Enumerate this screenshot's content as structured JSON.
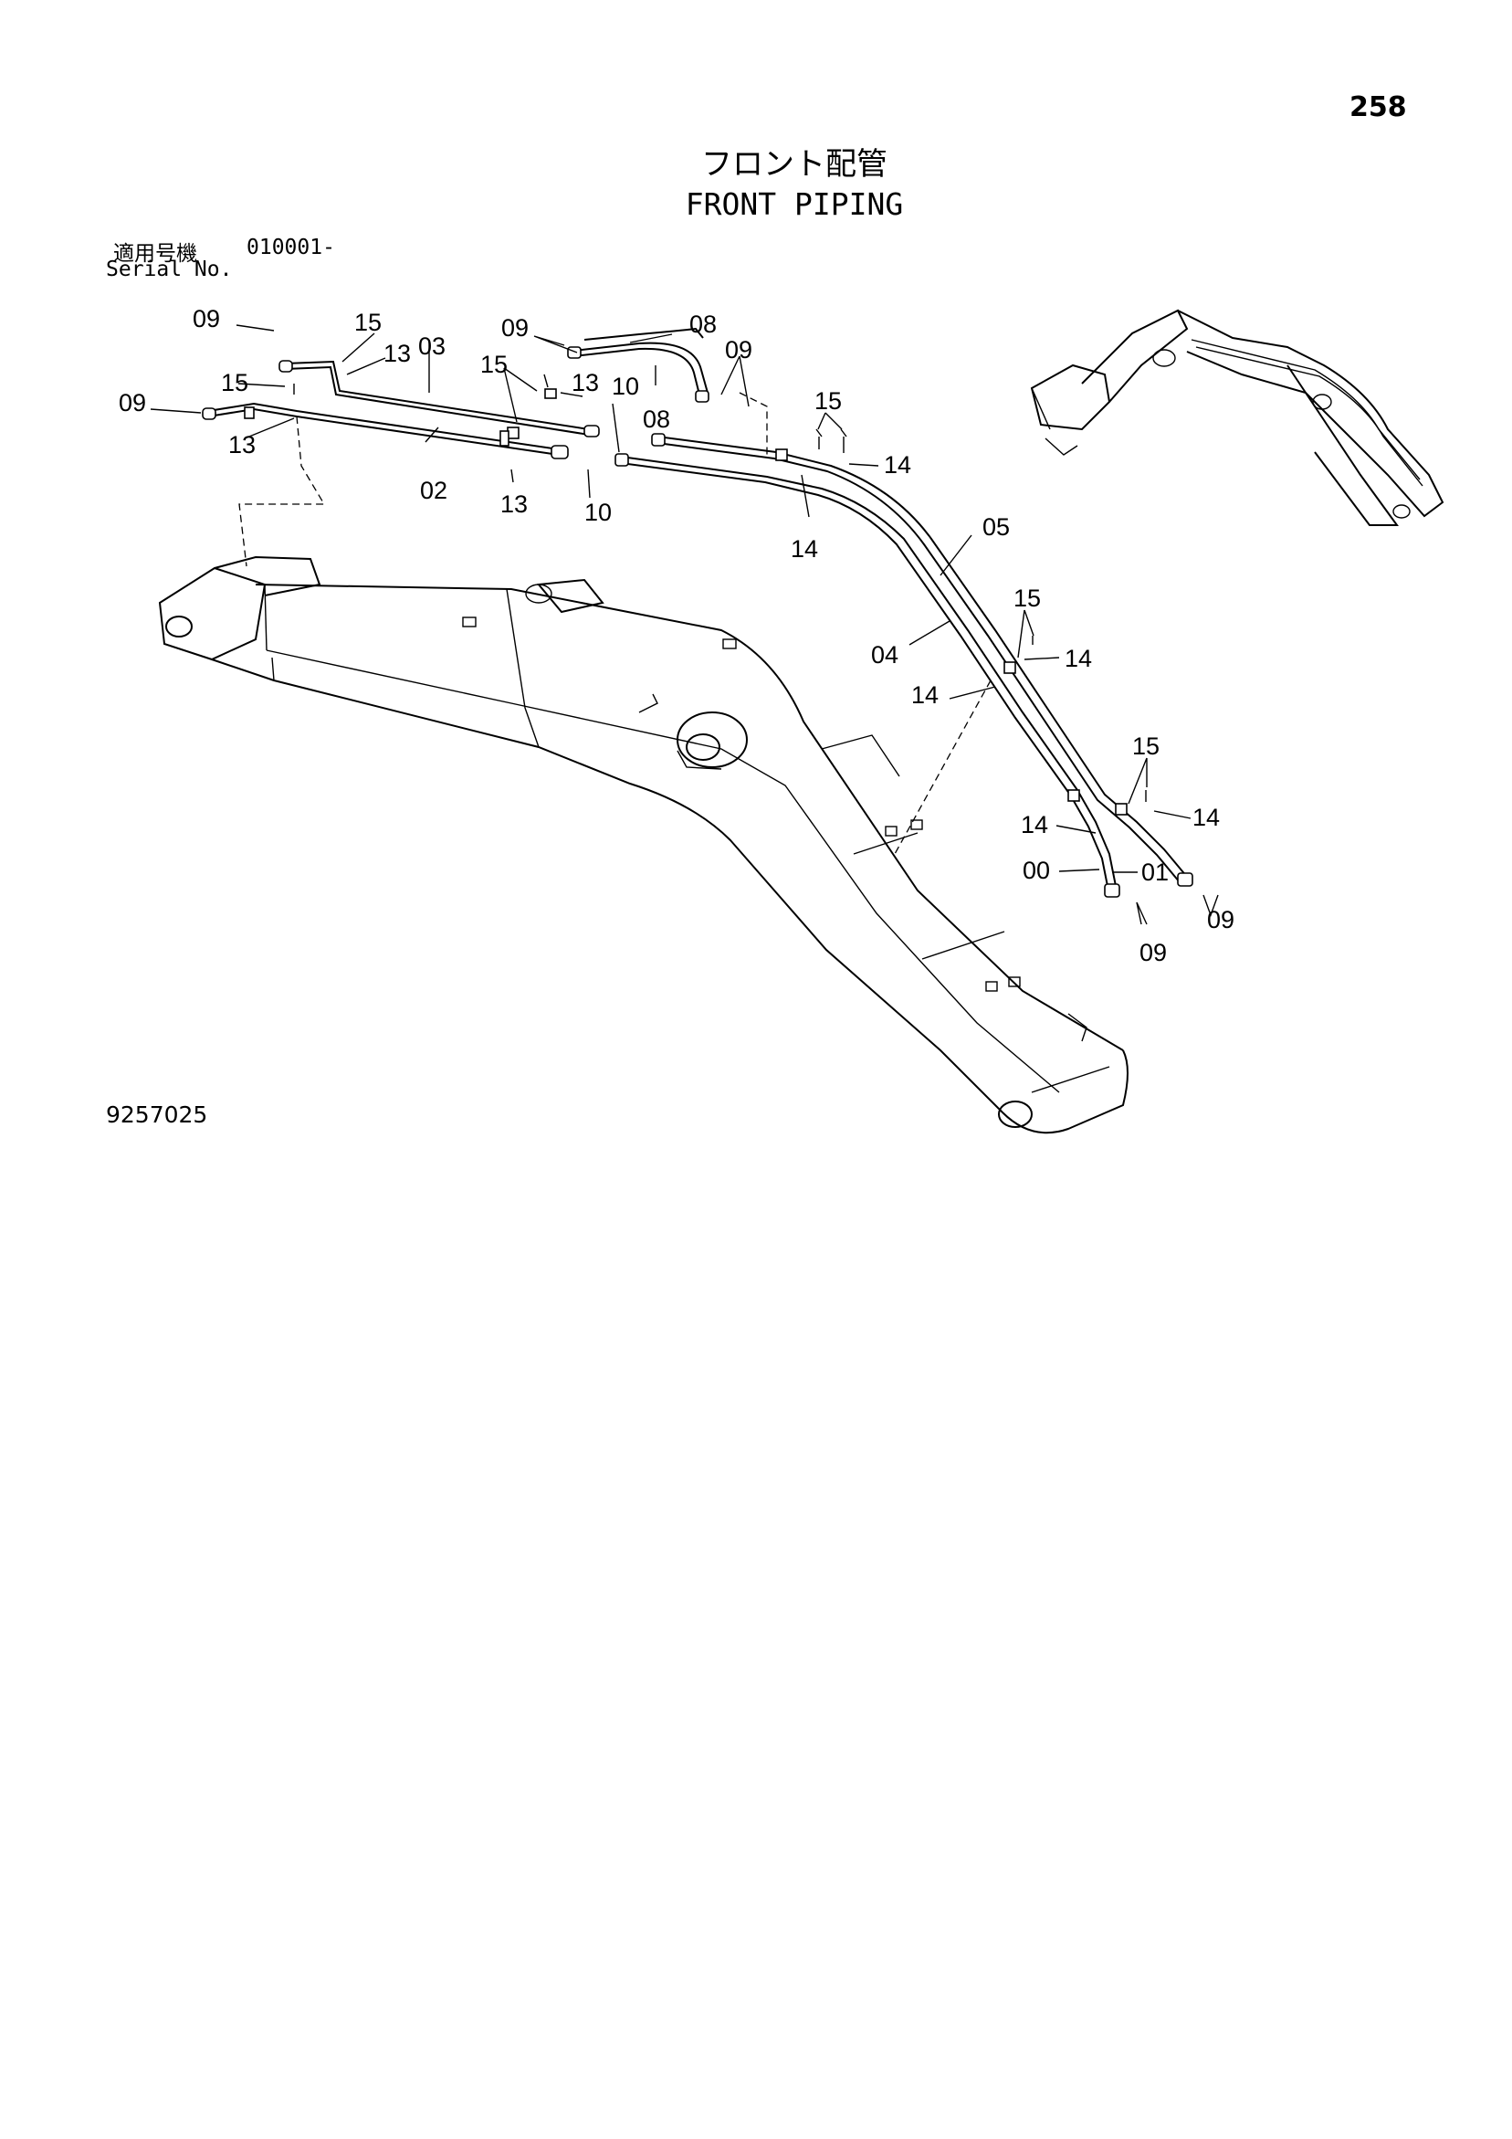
{
  "page_number": "258",
  "title_jp": "フロント配管",
  "title_en": "FRONT PIPING",
  "serial": {
    "label_jp": "適用号機",
    "value": "010001-",
    "label_en": "Serial No."
  },
  "drawing_number": "9257025",
  "callouts": {
    "c15_a": "15",
    "c13_a": "13",
    "c03": "03",
    "c09_a": "09",
    "c15_b": "15",
    "c09_b": "09",
    "c13_b": "13",
    "c02": "02",
    "c15_c": "15",
    "c13_c": "13",
    "c13_d": "13",
    "c10_a": "10",
    "c10_b": "10",
    "c09_c": "09",
    "c08_a": "08",
    "c09_d": "09",
    "c08_b": "08",
    "c15_d": "15",
    "c14_a": "14",
    "c14_b": "14",
    "c05": "05",
    "c04": "04",
    "c15_e": "15",
    "c14_c": "14",
    "c14_d": "14",
    "c15_f": "15",
    "c14_e": "14",
    "c14_f": "14",
    "c00": "00",
    "c01": "01",
    "c09_e": "09",
    "c09_f": "09"
  }
}
